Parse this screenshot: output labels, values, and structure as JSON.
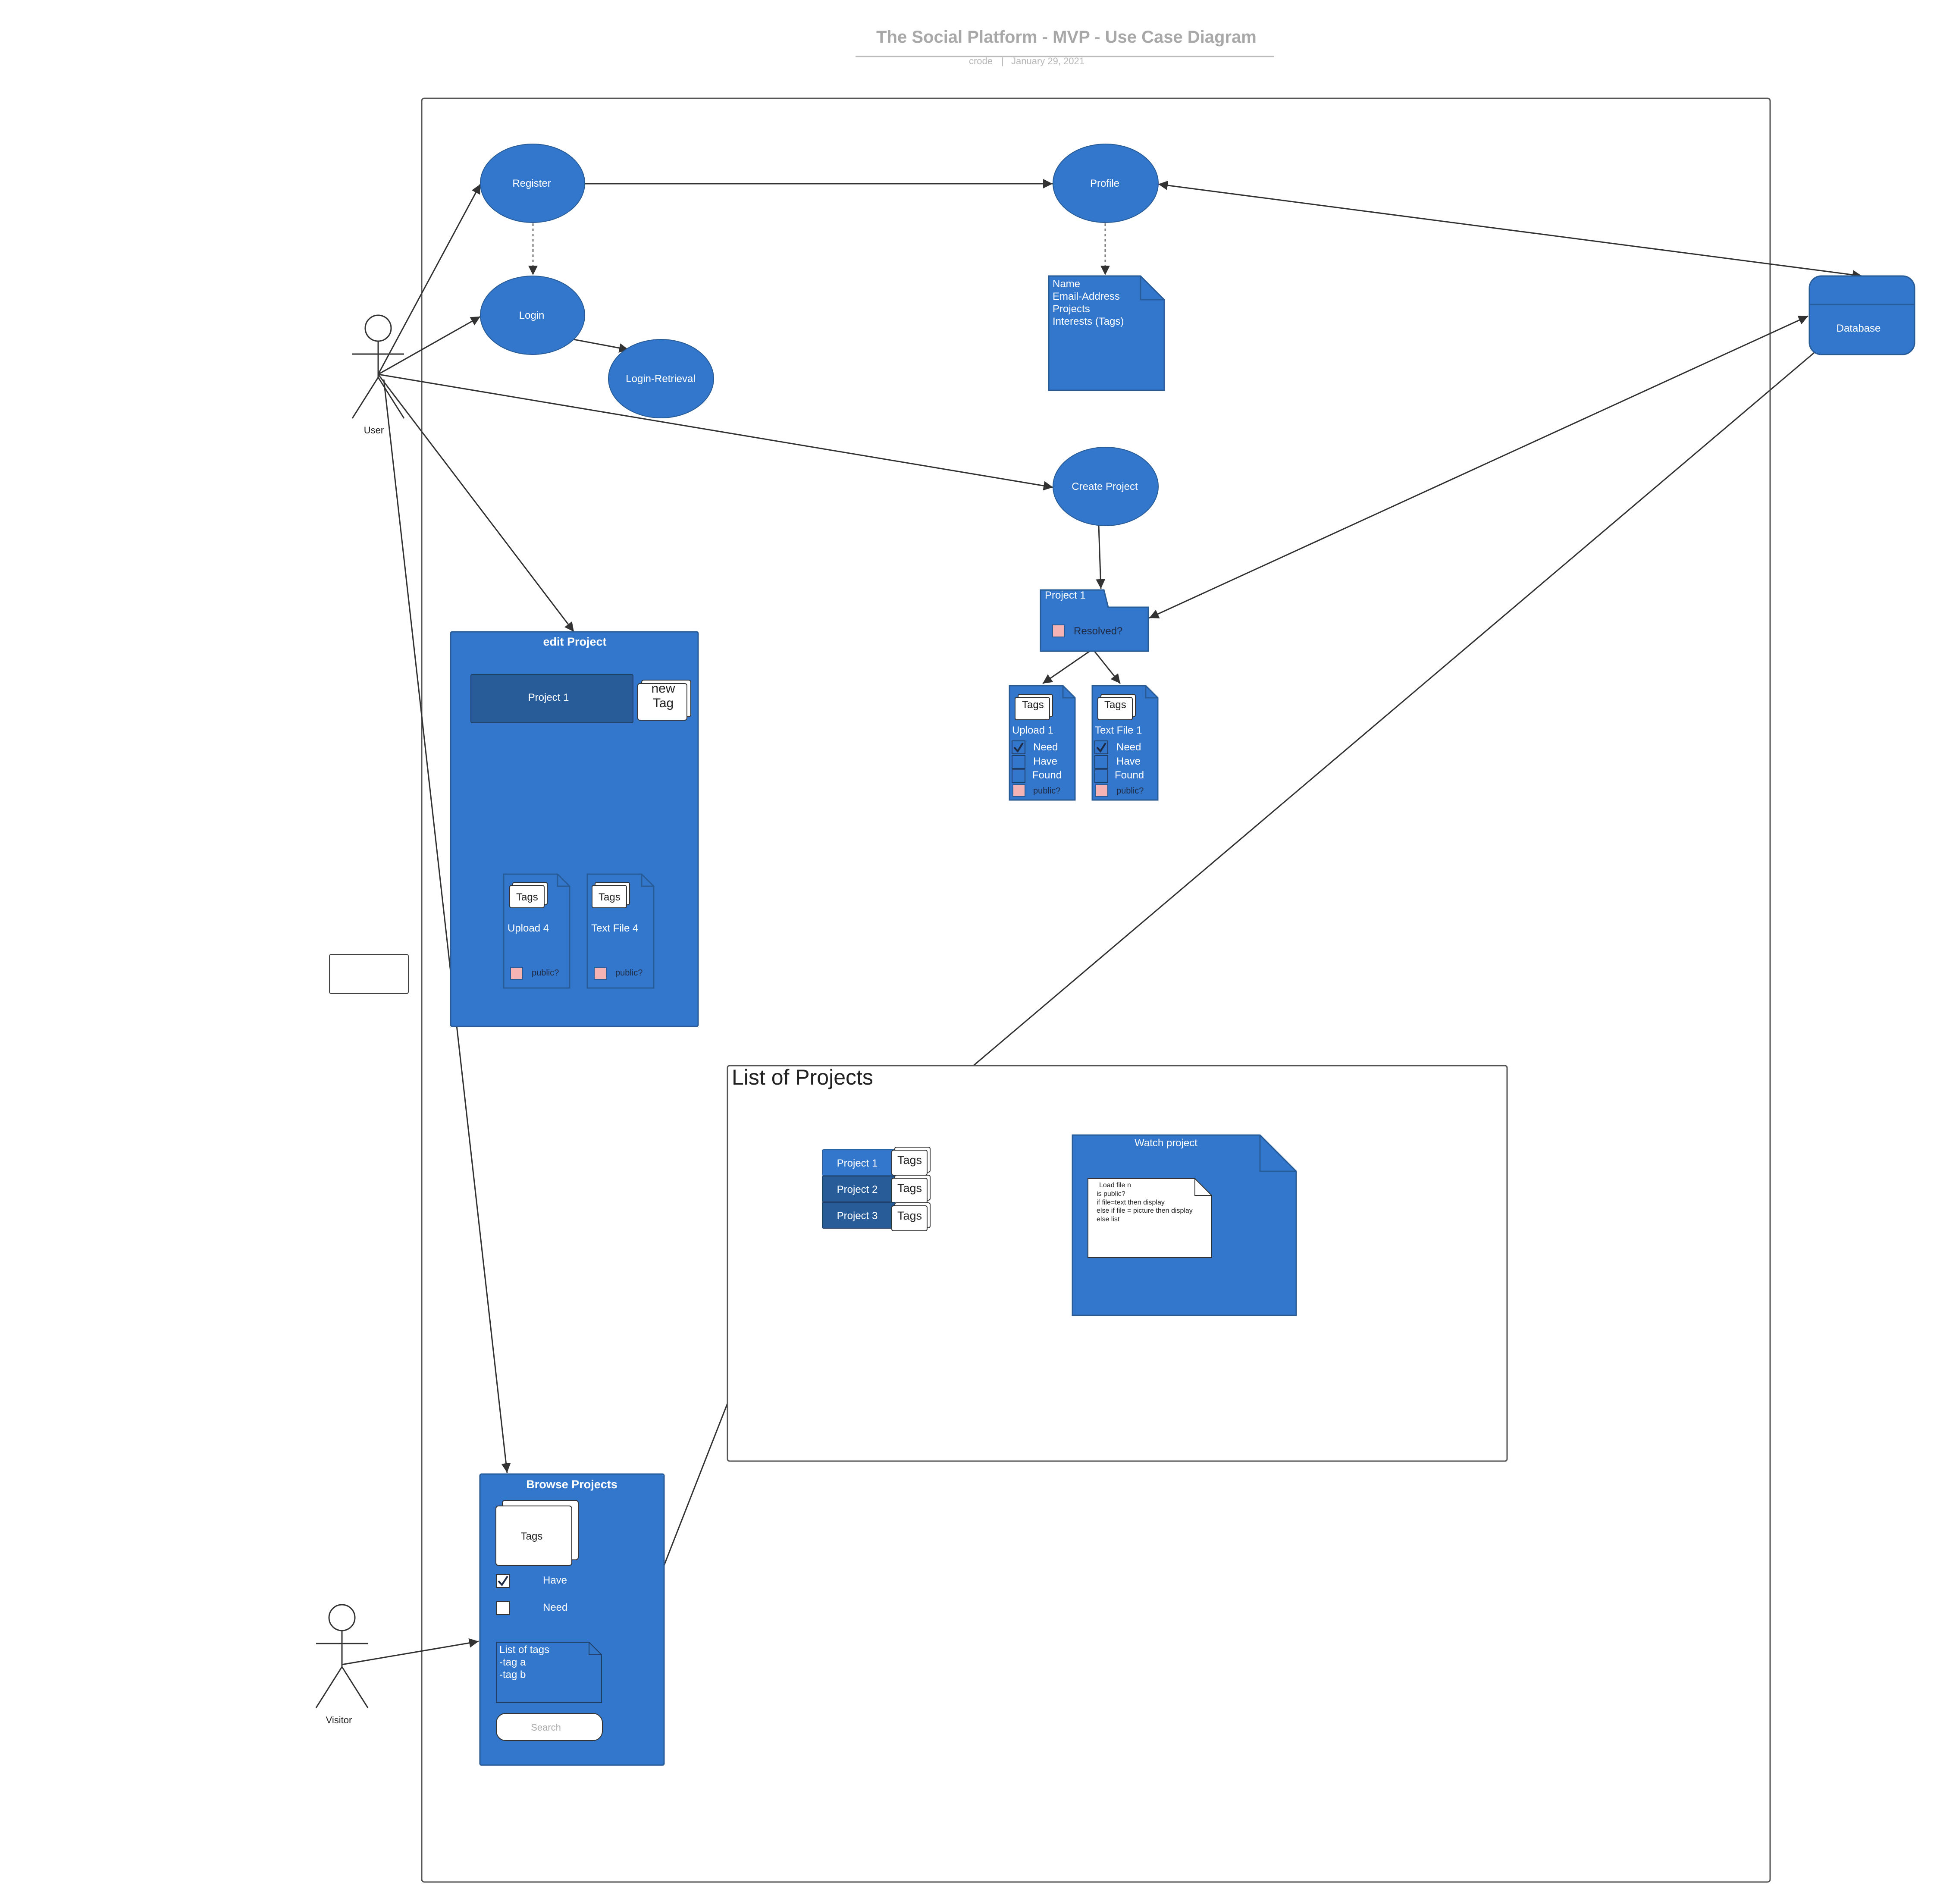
{
  "header": {
    "title": "The Social Platform - MVP - Use Case Diagram",
    "author": "crode",
    "separator": "|",
    "date": "January 29, 2021"
  },
  "actors": {
    "user": "User",
    "visitor": "Visitor"
  },
  "use_cases": {
    "register": "Register",
    "login": "Login",
    "login_retrieval": "Login-Retrieval",
    "profile": "Profile",
    "create_project": "Create Project",
    "database": "Database"
  },
  "profile_note": {
    "lines": [
      "Name",
      "Email-Address",
      "Projects",
      "Interests (Tags)"
    ]
  },
  "project_folder": {
    "label": "Project 1",
    "resolved_label": "Resolved?"
  },
  "file_cards": {
    "upload": {
      "tags": "Tags",
      "title": "Upload 1",
      "items": [
        "Need",
        "Have",
        "Found"
      ],
      "public": "public?"
    },
    "text": {
      "tags": "Tags",
      "title": "Text File 1",
      "items": [
        "Need",
        "Have",
        "Found"
      ],
      "public": "public?"
    }
  },
  "edit_project": {
    "title": "edit Project",
    "project": "Project 1",
    "new_tag_1": "new",
    "new_tag_2": "Tag",
    "upload": {
      "tags": "Tags",
      "title": "Upload 4",
      "public": "public?"
    },
    "text": {
      "tags": "Tags",
      "title": "Text File 4",
      "public": "public?"
    }
  },
  "list_projects": {
    "title": "List of Projects",
    "projects": [
      "Project 1",
      "Project 2",
      "Project 3"
    ],
    "tags": "Tags",
    "watch_title": "Watch project",
    "watch_note": [
      "Load file n",
      "is public?",
      "if file=text then display",
      "else if file = picture then display",
      "else list"
    ]
  },
  "browse_projects": {
    "title": "Browse Projects",
    "tags": "Tags",
    "have": "Have",
    "need": "Need",
    "tag_list": [
      "List of tags",
      "-tag a",
      "-tag b"
    ],
    "search_placeholder": "Search"
  },
  "colors": {
    "blue": "#3277CC",
    "dark_blue": "#285C99",
    "pink": "#F6B3B3",
    "line": "#333333"
  }
}
